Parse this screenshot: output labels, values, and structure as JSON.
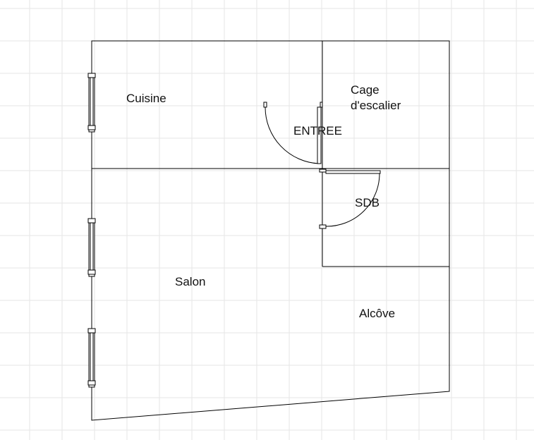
{
  "plan": {
    "labels": {
      "cuisine": "Cuisine",
      "cage_line1": "Cage",
      "cage_line2": "d'escalier",
      "entree": "ENTREE",
      "sdb": "SDB",
      "salon": "Salon",
      "alcove": "Alcôve"
    },
    "colors": {
      "grid": "#e6e6e6",
      "walls": "#000000",
      "background": "#ffffff"
    },
    "rooms": [
      "Cuisine",
      "Cage d'escalier",
      "ENTREE",
      "SDB",
      "Salon",
      "Alcôve"
    ]
  }
}
